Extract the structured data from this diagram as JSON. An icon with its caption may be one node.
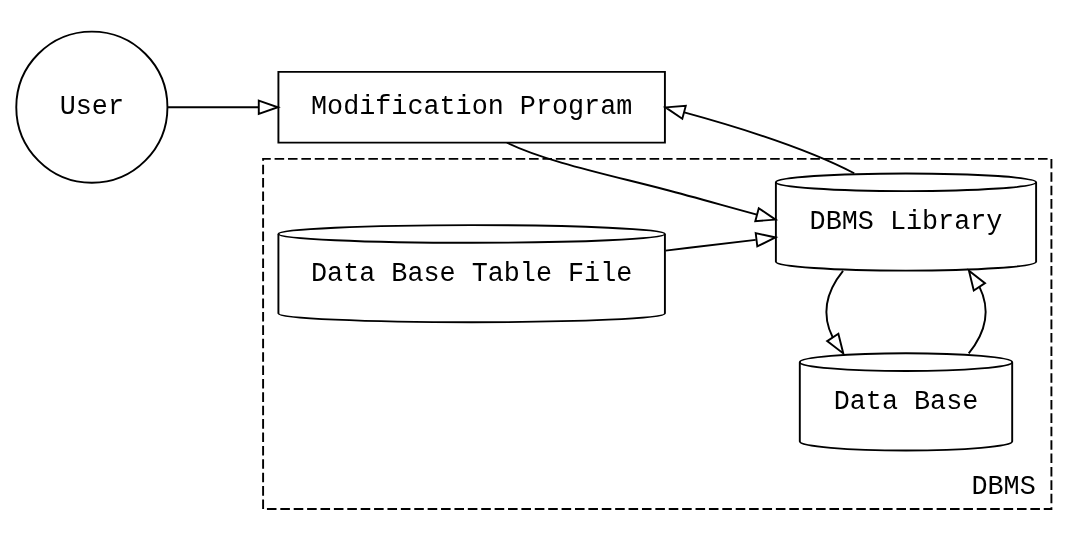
{
  "diagram": {
    "nodes": [
      {
        "text": [
          "User"
        ]
      },
      {
        "text": [
          "Modification Program"
        ]
      },
      {
        "text": [
          "DBMS"
        ]
      },
      {
        "text": [
          "DBMS Library"
        ],
        "in": 2
      },
      {
        "text": [
          "Data Base Table File"
        ],
        "in": 2
      },
      {
        "text": [
          "Data Base"
        ],
        "in": 2
      }
    ],
    "edges": [
      {
        "from": 0,
        "to": 1,
        "arrow": "to"
      },
      {
        "from": 1,
        "to": 3,
        "arrow": "to"
      },
      {
        "from": 3,
        "to": 1,
        "arrow": "to"
      },
      {
        "from": 4,
        "to": 3,
        "arrow": "to"
      },
      {
        "from": 5,
        "to": 3,
        "arrow": "to"
      },
      {
        "from": 3,
        "to": 5,
        "arrow": "to"
      }
    ]
  }
}
